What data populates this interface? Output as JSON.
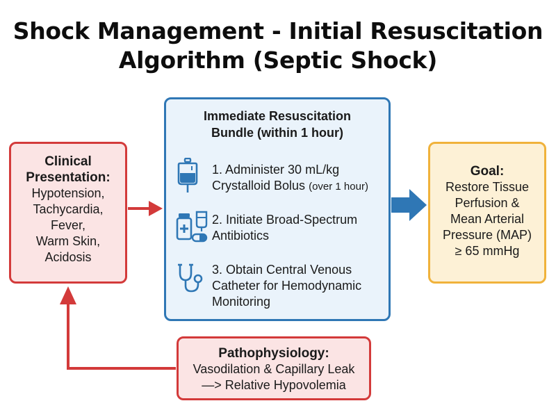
{
  "title": {
    "line1": "Shock Management - Initial Resuscitation",
    "line2": "Algorithm (Septic Shock)"
  },
  "clinical": {
    "heading_line1": "Clinical",
    "heading_line2": "Presentation:",
    "items": [
      "Hypotension,",
      "Tachycardia,",
      "Fever,",
      "Warm Skin,",
      "Acidosis"
    ]
  },
  "bundle": {
    "title_line1": "Immediate Resuscitation",
    "title_line2": "Bundle (within 1 hour)",
    "steps": [
      {
        "icon": "iv-bag-icon",
        "line1": "1. Administer 30 mL/kg",
        "line2": "Crystalloid Bolus",
        "note": "(over 1 hour)"
      },
      {
        "icon": "medication-icon",
        "line1": "2. Initiate Broad-Spectrum",
        "line2": "Antibiotics"
      },
      {
        "icon": "stethoscope-icon",
        "line1": "3. Obtain Central Venous",
        "line2": "Catheter for Hemodynamic",
        "line3": "Monitoring"
      }
    ]
  },
  "goal": {
    "heading": "Goal:",
    "items": [
      "Restore Tissue",
      "Perfusion &",
      "Mean Arterial",
      "Pressure (MAP)",
      "≥ 65 mmHg"
    ]
  },
  "pathophysiology": {
    "heading": "Pathophysiology:",
    "line1": "Vasodilation & Capillary Leak",
    "line2": "—> Relative Hypovolemia"
  },
  "colors": {
    "red_border": "#d33a3a",
    "red_fill": "#fbe4e4",
    "blue_border": "#2f77b5",
    "blue_fill": "#eaf3fb",
    "yellow_border": "#f0b23b",
    "yellow_fill": "#fdf1d6",
    "arrow_red": "#d33a3a",
    "arrow_blue": "#2f77b5"
  }
}
